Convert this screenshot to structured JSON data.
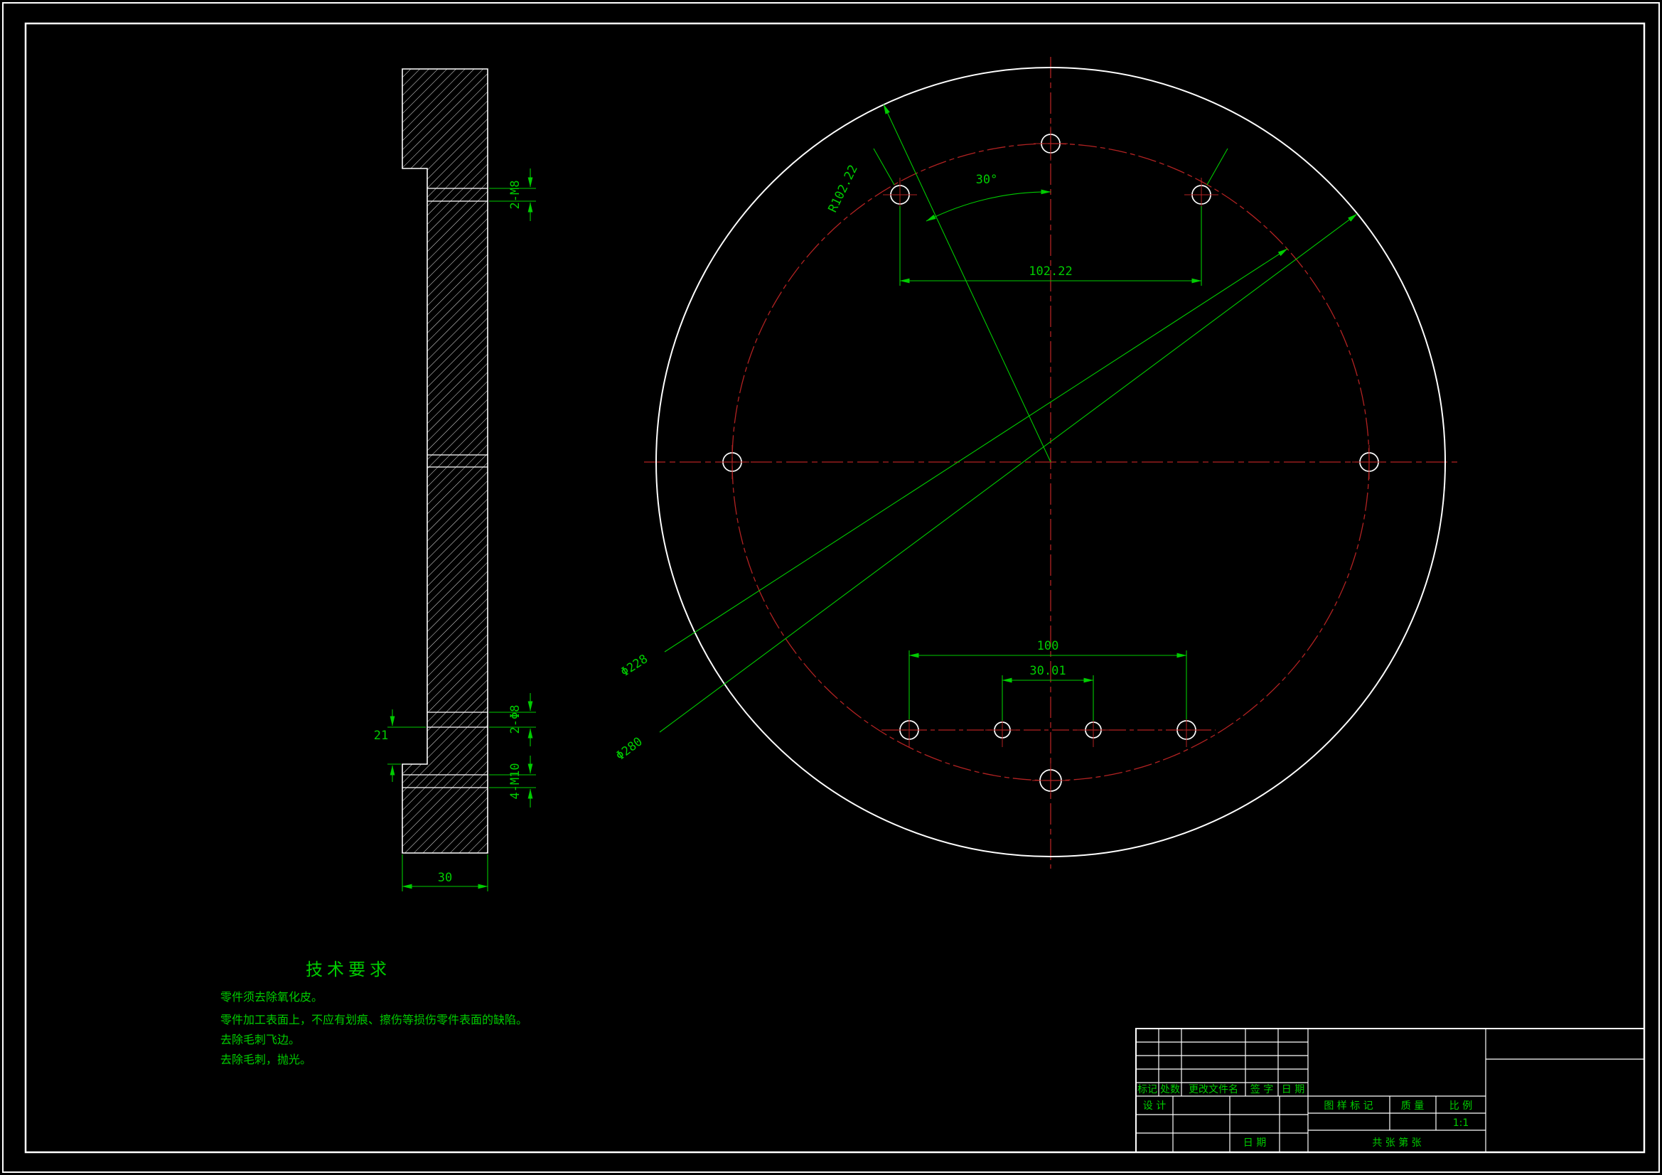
{
  "colors": {
    "background": "#000000",
    "lines": "#ffffff",
    "dimensions": "#00cc00",
    "centerlines": "#b22222"
  },
  "section_view": {
    "dim_top": "2-M8",
    "dim_mid": "2-Φ8",
    "dim_bottom": "4-M10",
    "dim_step": "21",
    "dim_thickness": "30"
  },
  "front_view": {
    "dim_radius": "R102.22",
    "dim_angle": "30°",
    "dim_chord": "102.22",
    "dim_width": "100",
    "dim_inner": "30.01",
    "dim_bolt_circle": "Φ228",
    "dim_outer_circle": "Φ280"
  },
  "tech_requirements": {
    "title": "技术要求",
    "items": [
      "零件须去除氧化皮。",
      "零件加工表面上，不应有划痕、擦伤等损伤零件表面的缺陷。",
      "去除毛刺飞边。",
      "去除毛刺，抛光。"
    ]
  },
  "title_block": {
    "col_mark": "标记",
    "col_count": "处数",
    "col_file": "更改文件名",
    "col_sign": "签 字",
    "col_date": "日 期",
    "row_design": "设 计",
    "row_date": "日 期",
    "stamp_label": "图 样 标 记",
    "mass_label": "质 量",
    "scale_label": "比 例",
    "scale_value": "1:1",
    "sheet_info": "共  张  第  张"
  }
}
